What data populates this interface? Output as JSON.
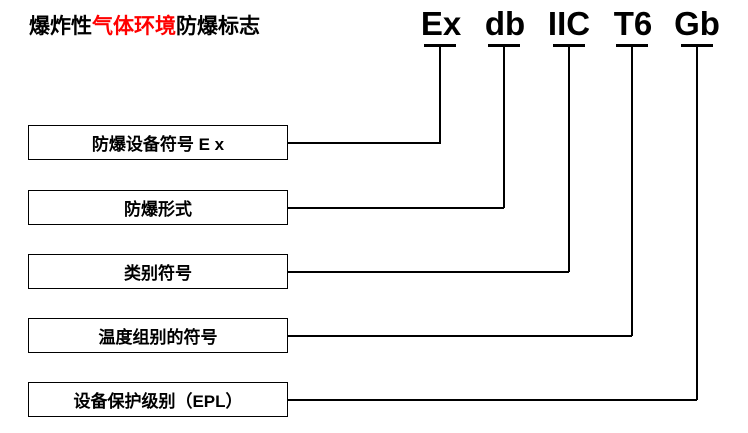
{
  "title": {
    "full_text": "爆炸性气体环境防爆标志",
    "black_prefix": "爆炸性",
    "red_middle": "气体环境",
    "black_suffix": "防爆标志",
    "red_color": "#ff0000",
    "text_color": "#000000"
  },
  "marking": {
    "full_code": "Ex db IIC T6 Gb",
    "tokens": [
      {
        "text": "Ex",
        "name": "code-token-ex"
      },
      {
        "text": "db",
        "name": "code-token-db"
      },
      {
        "text": "IIC",
        "name": "code-token-iic"
      },
      {
        "text": "T6",
        "name": "code-token-t6"
      },
      {
        "text": "Gb",
        "name": "code-token-gb"
      }
    ]
  },
  "legend": {
    "boxes": [
      {
        "label": "防爆设备符号 E x",
        "code": "Ex"
      },
      {
        "label": "防爆形式",
        "code": "db"
      },
      {
        "label": "类别符号",
        "code": "IIC"
      },
      {
        "label": "温度组别的符号",
        "code": "T6"
      },
      {
        "label": "设备保护级别（EPL）",
        "code": "Gb"
      }
    ]
  },
  "style": {
    "background": "#ffffff",
    "line_color": "#000000"
  }
}
